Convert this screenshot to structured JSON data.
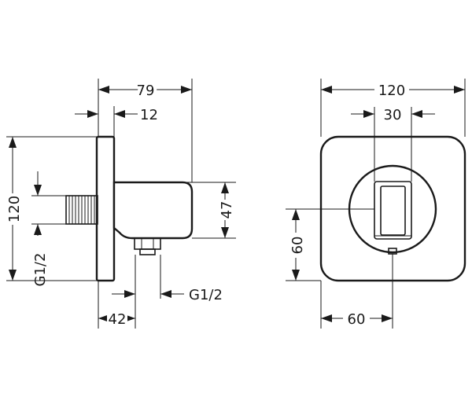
{
  "drawing": {
    "side_view": {
      "dim_depth": "79",
      "dim_plate": "12",
      "dim_height": "120",
      "dim_body": "47",
      "dim_thread_in": "G1/2",
      "dim_thread_out": "G1/2",
      "dim_outlet": "42"
    },
    "front_view": {
      "dim_width": "120",
      "dim_slot": "30",
      "dim_center_v": "60",
      "dim_center_h": "60"
    }
  }
}
